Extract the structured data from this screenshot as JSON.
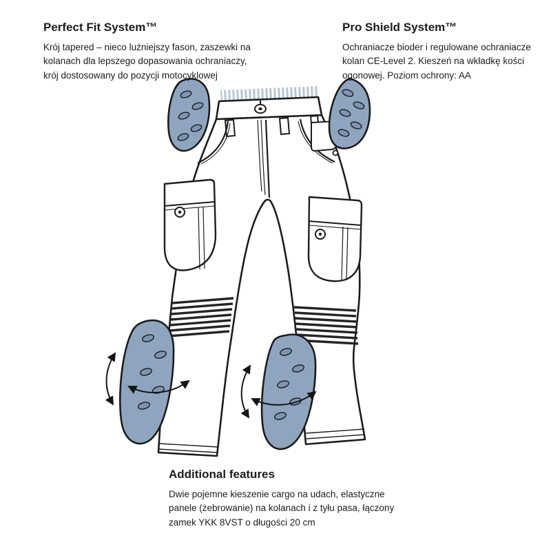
{
  "blocks": {
    "perfect_fit": {
      "title": "Perfect Fit System™",
      "body": "Krój tapered – nieco luźniejszy fason, zaszewki na kolanach dla lepszego dopasowania ochraniaczy, krój dostosowany do pozycji motocyklowej"
    },
    "pro_shield": {
      "title": "Pro Shield System™",
      "body": "Ochraniacze bioder i regulowane ochraniacze kolan CE-Level 2. Kieszeń na wkładkę kości ogonowej. Poziom ochrony: AA"
    },
    "additional": {
      "title": "Additional features",
      "body": "Dwie pojemne kieszenie cargo na udach, elastyczne panele (żebrowanie) na kolanach i z tyłu pasa, łączony zamek YKK 8VST o długości 20 cm"
    }
  },
  "colors": {
    "background": "#ffffff",
    "outline": "#1c1c1c",
    "pad_fill": "#8fa5bf",
    "pad_hole": "#7d95b1",
    "zipper_teeth": "#b7c5d4",
    "rib_lines": "#252525"
  }
}
